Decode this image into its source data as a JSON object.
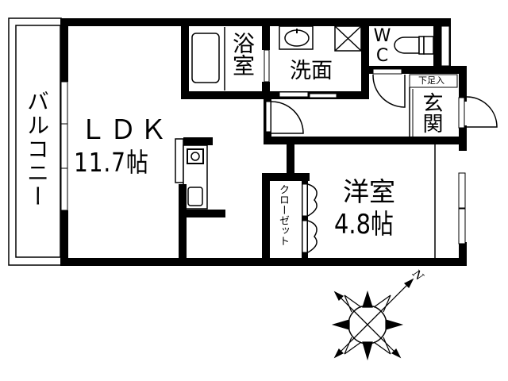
{
  "floor_plan": {
    "rooms": [
      {
        "id": "balcony",
        "label": "バルコニー"
      },
      {
        "id": "ldk",
        "label": "ＬＤＫ",
        "size": "11.7帖"
      },
      {
        "id": "bath",
        "label": "浴室"
      },
      {
        "id": "washroom",
        "label": "洗面"
      },
      {
        "id": "toilet",
        "label": "WC"
      },
      {
        "id": "entrance",
        "label": "玄関",
        "sublabel": "下足入"
      },
      {
        "id": "western_room",
        "label": "洋室",
        "size": "4.8帖"
      },
      {
        "id": "closet",
        "label": "クローゼット"
      }
    ],
    "compass": {
      "north_label": "N",
      "direction": "north-east"
    },
    "colors": {
      "wall": "#000000",
      "background": "#ffffff"
    }
  }
}
